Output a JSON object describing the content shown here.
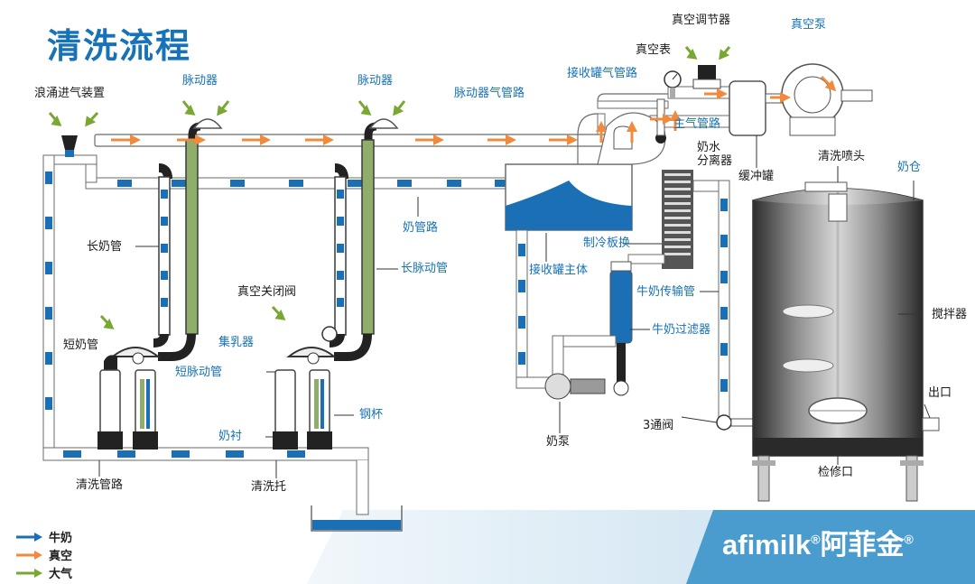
{
  "title": "清洗流程",
  "labels": {
    "surge_air_device": "浪涌进气装置",
    "pulsator_1": "脉动器",
    "pulsator_2": "脉动器",
    "pulsator_air_line": "脉动器气管路",
    "receiver_air_line": "接收罐气管路",
    "vacuum_gauge": "真空表",
    "vacuum_regulator": "真空调节器",
    "vacuum_pump": "真空泵",
    "main_air_line": "主气管路",
    "milk_water_separator": "奶水\n分离器",
    "buffer_tank": "缓冲罐",
    "wash_nozzle": "清洗喷头",
    "milk_tank": "奶仓",
    "milk_line": "奶管路",
    "long_milk_tube": "长奶管",
    "long_pulse_tube": "长脉动管",
    "plate_cooler": "制冷板换",
    "receiver_body": "接收罐主体",
    "milk_transfer_line": "牛奶传输管",
    "vacuum_shutoff_valve": "真空关闭阀",
    "claw": "集乳器",
    "short_milk_tube": "短奶管",
    "short_pulse_tube": "短脉动管",
    "milk_filter": "牛奶过滤器",
    "agitator": "搅拌器",
    "steel_cup": "钢杯",
    "liner": "奶衬",
    "three_way_valve": "3通阀",
    "outlet": "出口",
    "milk_pump": "奶泵",
    "wash_line": "清洗管路",
    "wash_tray": "清洗托",
    "manhole": "检修口"
  },
  "legend": [
    {
      "label": "牛奶",
      "color": "#1a6fb5"
    },
    {
      "label": "真空",
      "color": "#f08a3c"
    },
    {
      "label": "大气",
      "color": "#78a832"
    }
  ],
  "brand": {
    "name": "afimilk",
    "cn": "阿菲金",
    "reg": "®"
  },
  "colors": {
    "milk_blue": "#1a6fb5",
    "vacuum_orange": "#f08a3c",
    "air_green": "#78a832",
    "title_blue": "#1772b8",
    "tank_dark": "#3a3a3a"
  }
}
